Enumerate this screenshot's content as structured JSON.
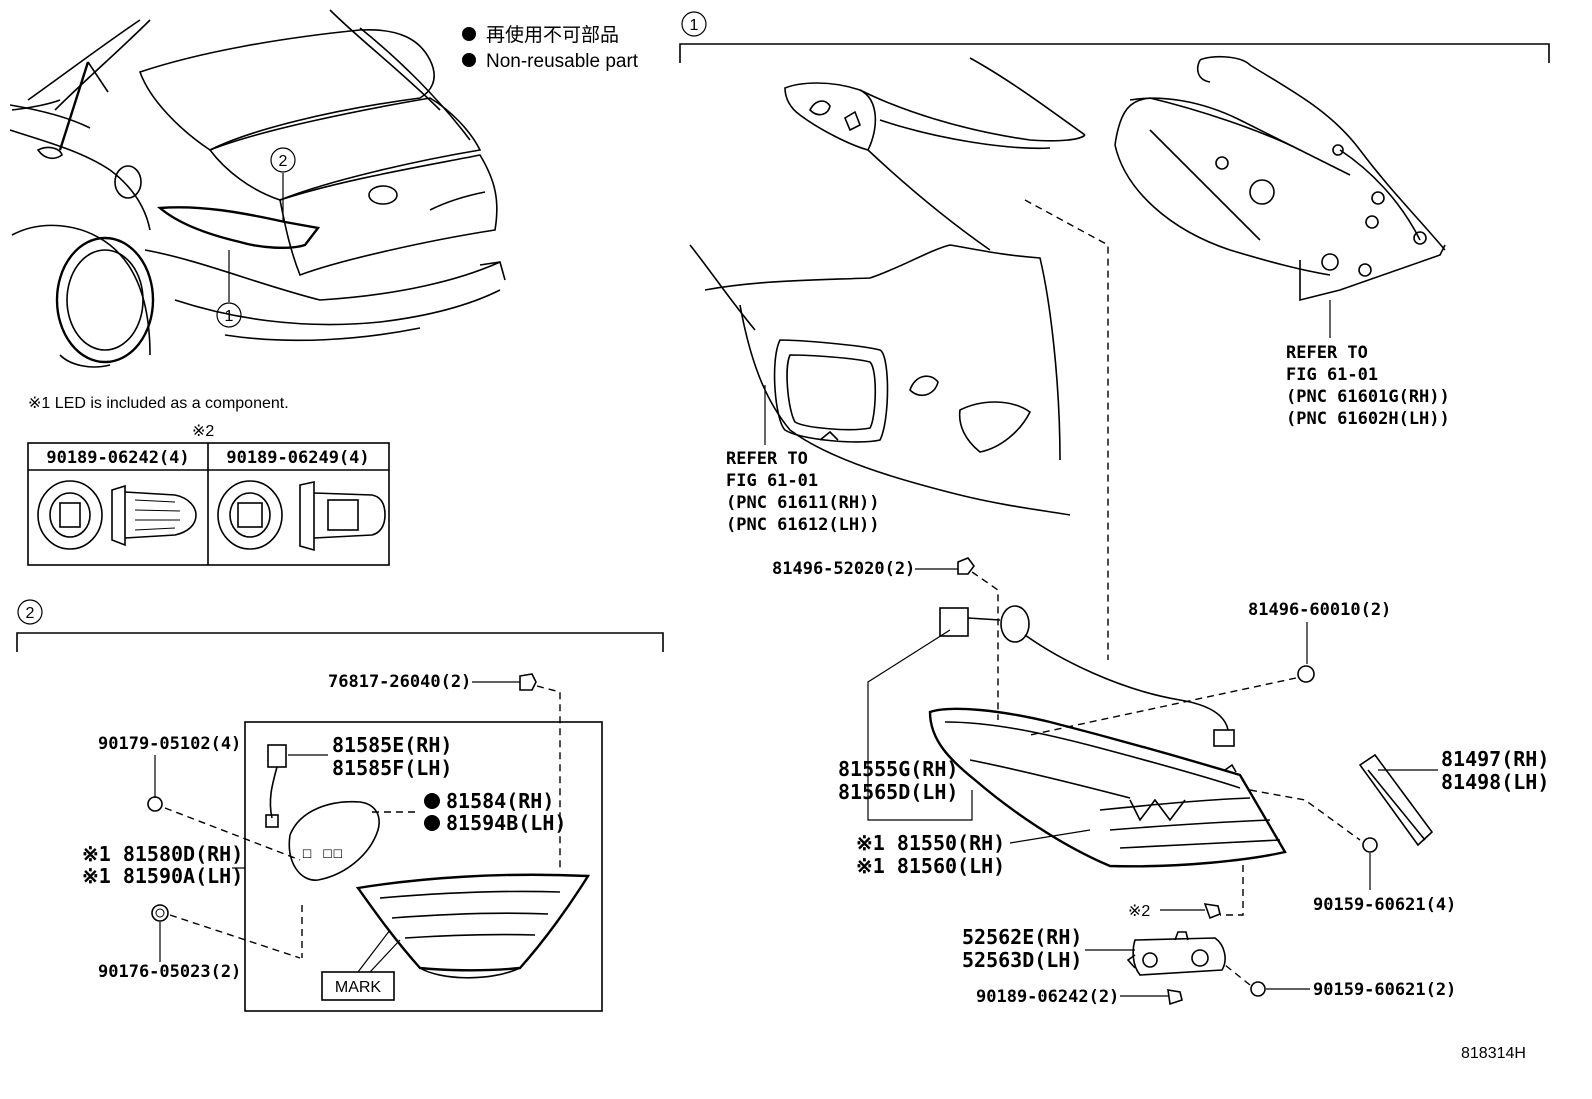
{
  "legend": {
    "jp": "再使用不可部品",
    "en": "Non-reusable part"
  },
  "note_led": "※1 LED is included as a component.",
  "screw_table": {
    "header": "※2",
    "col1": "90189-06242(4)",
    "col2": "90189-06249(4)"
  },
  "callouts": {
    "one": "1",
    "two": "2"
  },
  "section1": {
    "refer_top": {
      "line1": "REFER TO",
      "line2": "FIG 61-01",
      "line3": "(PNC 61601G(RH))",
      "line4": "(PNC 61602H(LH))"
    },
    "refer_left": {
      "line1": "REFER TO",
      "line2": "FIG 61-01",
      "line3": "(PNC 61611(RH))",
      "line4": "(PNC 61612(LH))"
    },
    "p81496_52020": "81496-52020(2)",
    "p81496_60010": "81496-60010(2)",
    "p81555g": "81555G(RH)",
    "p81565d": "81565D(LH)",
    "p81550": "※1 81550(RH)",
    "p81560": "※1 81560(LH)",
    "p81497": "81497(RH)",
    "p81498": "81498(LH)",
    "p90159_4": "90159-60621(4)",
    "star2": "※2",
    "p52562e": "52562E(RH)",
    "p52563d": "52563D(LH)",
    "p90189_2": "90189-06242(2)",
    "p90159_2": "90159-60621(2)"
  },
  "section2": {
    "p76817": "76817-26040(2)",
    "p90179": "90179-05102(4)",
    "p81585e": "81585E(RH)",
    "p81585f": "81585F(LH)",
    "p81584": "81584(RH)",
    "p81594b": "81594B(LH)",
    "p81580d": "※1 81580D(RH)",
    "p81590a": "※1 81590A(LH)",
    "p90176": "90176-05023(2)",
    "mark": "MARK"
  },
  "figure_code": "818314H"
}
